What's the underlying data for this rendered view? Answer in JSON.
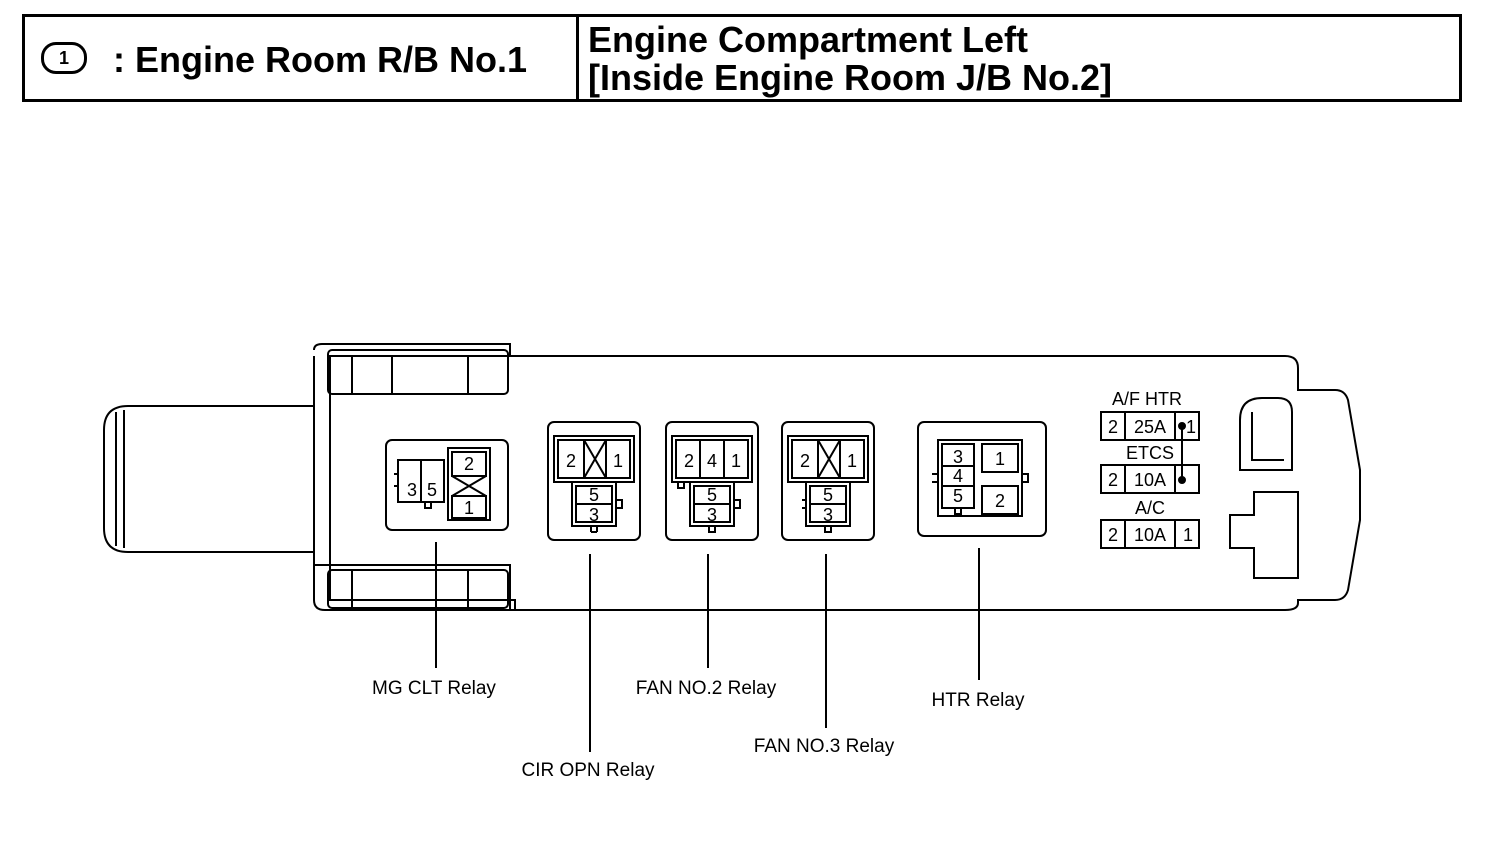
{
  "header": {
    "badge": "1",
    "left_title": ": Engine Room R/B No.1",
    "right_title_line1": "Engine Compartment Left",
    "right_title_line2": "[Inside Engine Room J/B No.2]"
  },
  "relays": {
    "mg_clt": {
      "label": "MG CLT Relay",
      "pins": [
        "3",
        "5",
        "2",
        "1"
      ]
    },
    "cir_opn": {
      "label": "CIR OPN Relay",
      "pins": [
        "2",
        "1",
        "5",
        "3"
      ]
    },
    "fan2": {
      "label": "FAN NO.2 Relay",
      "pins": [
        "2",
        "4",
        "1",
        "5",
        "3"
      ]
    },
    "fan3": {
      "label": "FAN NO.3 Relay",
      "pins": [
        "2",
        "1",
        "5",
        "3"
      ]
    },
    "htr": {
      "label": "HTR Relay",
      "pins": [
        "3",
        "4",
        "5",
        "1",
        "2"
      ]
    }
  },
  "fuses": [
    {
      "name": "A/F HTR",
      "pin_left": "2",
      "rating": "25A",
      "pin_right": "1"
    },
    {
      "name": "ETCS",
      "pin_left": "2",
      "rating": "10A",
      "pin_right": ""
    },
    {
      "name": "A/C",
      "pin_left": "2",
      "rating": "10A",
      "pin_right": "1"
    }
  ]
}
